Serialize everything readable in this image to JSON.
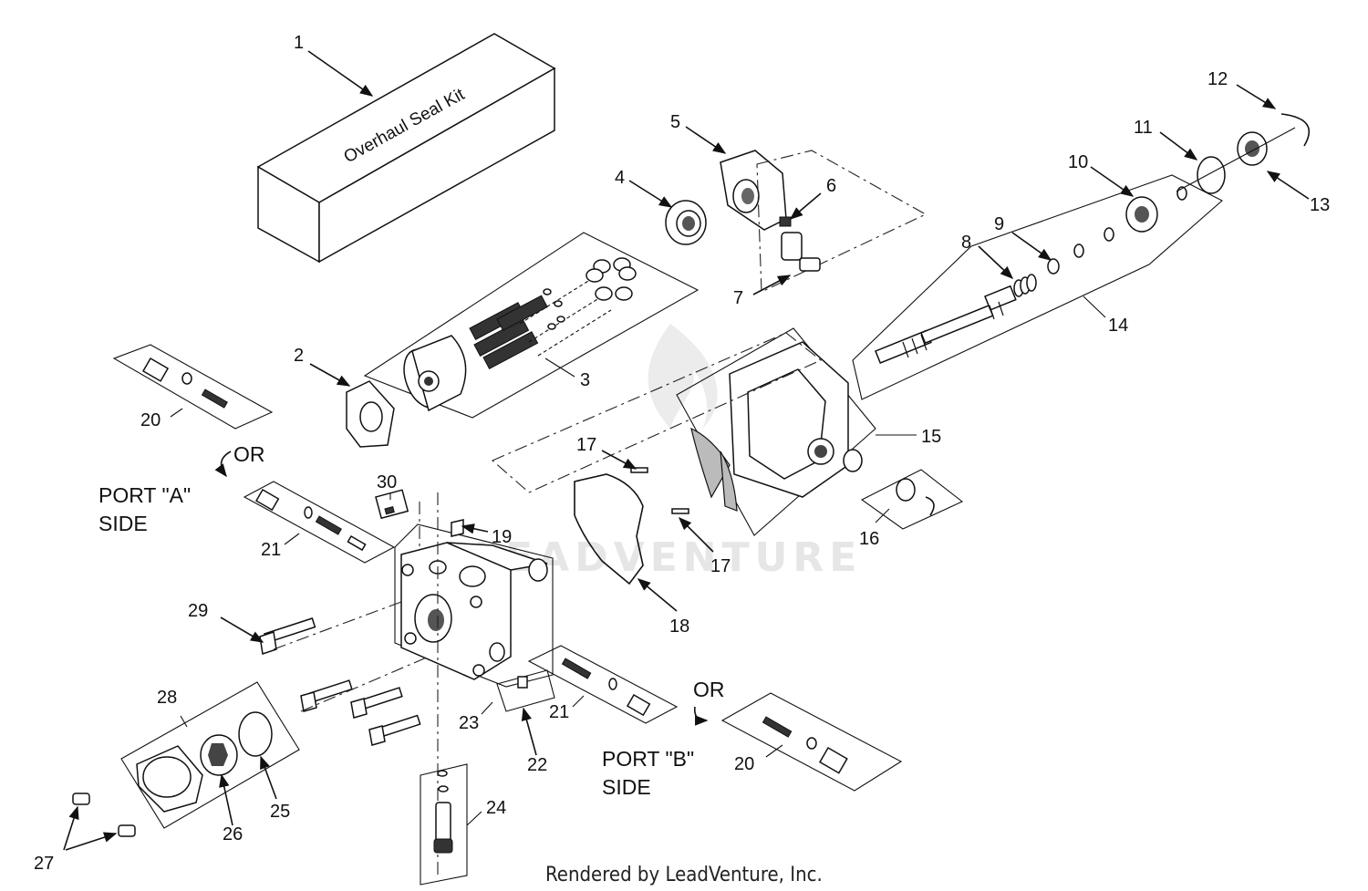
{
  "kit_box_label": "Overhaul Seal Kit",
  "callouts": {
    "c1": "1",
    "c2": "2",
    "c3": "3",
    "c4": "4",
    "c5": "5",
    "c6": "6",
    "c7": "7",
    "c8": "8",
    "c9": "9",
    "c10": "10",
    "c11": "11",
    "c12": "12",
    "c13": "13",
    "c14": "14",
    "c15": "15",
    "c16": "16",
    "c17a": "17",
    "c17b": "17",
    "c18": "18",
    "c19": "19",
    "c20a": "20",
    "c20b": "20",
    "c21a": "21",
    "c21b": "21",
    "c22": "22",
    "c23": "23",
    "c24": "24",
    "c25": "25",
    "c26": "26",
    "c27": "27",
    "c28": "28",
    "c29": "29",
    "c30": "30"
  },
  "port_a": {
    "line1": "PORT \"A\"",
    "line2": "SIDE",
    "or": "OR"
  },
  "port_b": {
    "line1": "PORT \"B\"",
    "line2": "SIDE",
    "or": "OR"
  },
  "footer": "Rendered by LeadVenture, Inc.",
  "watermark": "LEADVENTURE",
  "colors": {
    "ink": "#111111",
    "background": "#ffffff",
    "watermark": "#e6e6e6"
  }
}
